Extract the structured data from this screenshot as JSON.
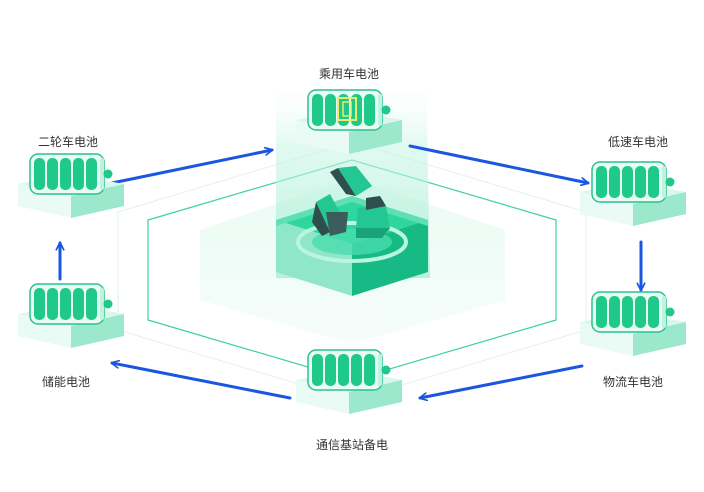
{
  "nodes": {
    "passenger": {
      "label": "乘用车电池"
    },
    "two_wheel": {
      "label": "二轮车电池"
    },
    "low_speed": {
      "label": "低速车电池"
    },
    "storage": {
      "label": "储能电池"
    },
    "logistics": {
      "label": "物流车电池"
    },
    "base_station": {
      "label": "通信基站备电"
    }
  },
  "colors": {
    "arrow": "#1a56e0",
    "battery": "#1fc98a",
    "platform_top": "#d9f7ec",
    "platform_side": "#9be8cc",
    "center_top": "#2fd6a0",
    "center_side": "#17b985",
    "ring": "#7ee6c3",
    "recycle_dark": "#2f4f4f",
    "recycle_green": "#22c792"
  },
  "icons": {
    "center": "recycle-icon",
    "battery": "battery-icon"
  }
}
